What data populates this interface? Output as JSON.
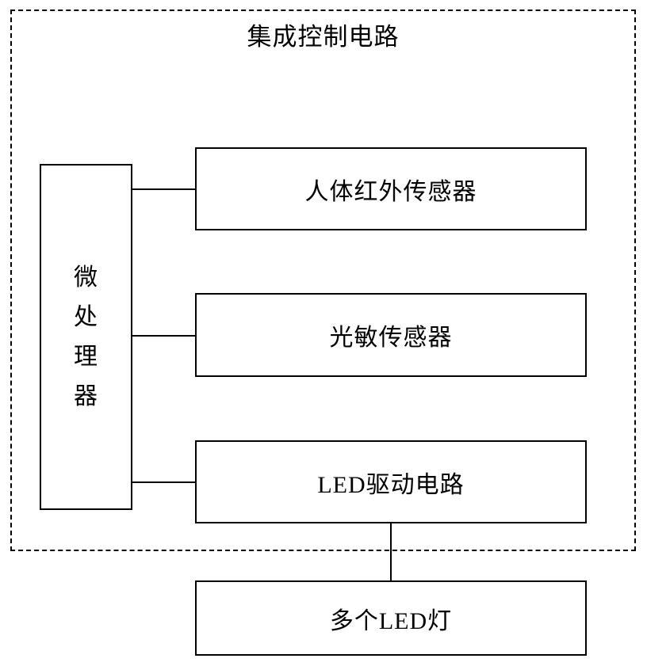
{
  "diagram": {
    "title": "集成控制电路",
    "blocks": {
      "mcu": "微处理器",
      "ir_sensor": "人体红外传感器",
      "light_sensor": "光敏传感器",
      "led_driver": "LED驱动电路",
      "led_lamps": "多个LED灯"
    },
    "colors": {
      "stroke": "#000000",
      "background": "#ffffff"
    }
  }
}
